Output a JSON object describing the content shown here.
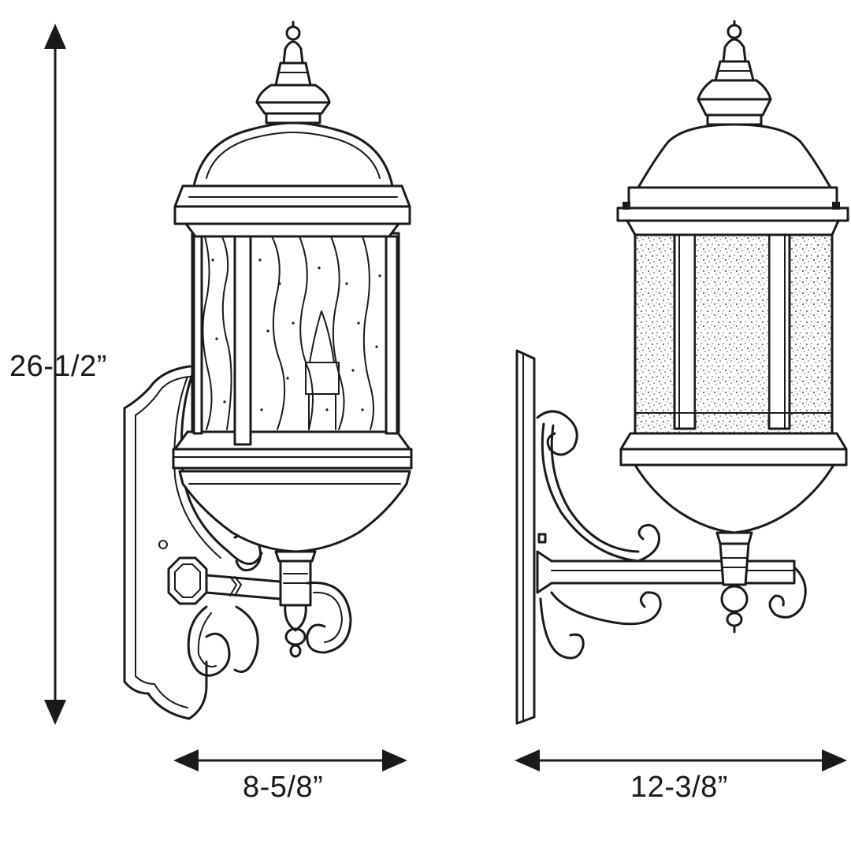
{
  "dimensions": {
    "height": "26-1/2”",
    "front_width": "8-5/8”",
    "side_width": "12-3/8”"
  },
  "colors": {
    "line": "#1a1a1a",
    "background": "#ffffff"
  }
}
